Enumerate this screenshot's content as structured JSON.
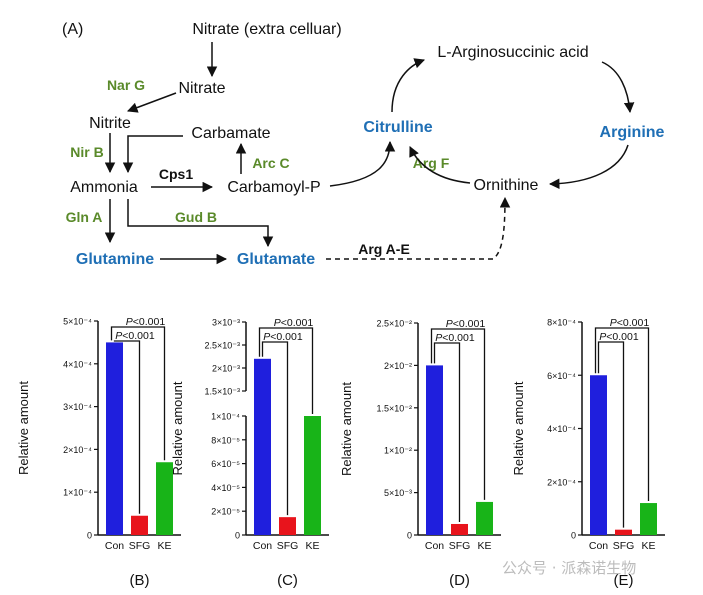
{
  "panel_a": {
    "label": "(A)",
    "nodes": {
      "nitrate_ext": "Nitrate (extra celluar)",
      "nitrate": "Nitrate",
      "nitrite": "Nitrite",
      "carbamate": "Carbamate",
      "ammonia": "Ammonia",
      "carbamoyl_p": "Carbamoyl-P",
      "glutamine": "Glutamine",
      "glutamate": "Glutamate",
      "citrulline": "Citrulline",
      "arginosuccinic": "L-Arginosuccinic acid",
      "arginine": "Arginine",
      "ornithine": "Ornithine"
    },
    "enzymes": {
      "nar_g": "Nar G",
      "nir_b": "Nir B",
      "cps1": "Cps1",
      "arc_c": "Arc C",
      "arg_f": "Arg F",
      "gln_a": "Gln A",
      "gud_b": "Gud B",
      "arg_ae": "Arg A-E"
    },
    "colors": {
      "enzyme": "#5a8a2a",
      "highlight": "#1f6fb5",
      "text": "#111111"
    }
  },
  "chart_data": [
    {
      "type": "bar",
      "panel": "(B)",
      "categories": [
        "Con",
        "SFG",
        "KE"
      ],
      "values": [
        0.00045,
        4.5e-05,
        0.00017
      ],
      "ylabel": "Relative amount",
      "ylim": [
        0,
        0.0005
      ],
      "yticks": [
        "0",
        "1×10⁻⁴",
        "2×10⁻⁴",
        "3×10⁻⁴",
        "4×10⁻⁴",
        "5×10⁻⁴"
      ],
      "colors": [
        "#1f1fdd",
        "#e8141c",
        "#18b418"
      ],
      "annotations": [
        "P<0.001",
        "P<0.001"
      ]
    },
    {
      "type": "bar",
      "panel": "(C)",
      "categories": [
        "Con",
        "SFG",
        "KE"
      ],
      "values": [
        0.0022,
        1.5e-05,
        0.0001
      ],
      "ylabel": "Relative amount",
      "axis_break": true,
      "ylim_lower": [
        0,
        0.0001
      ],
      "ylim_upper": [
        0.0015,
        0.003
      ],
      "yticks_lower": [
        "0",
        "2×10⁻⁵",
        "4×10⁻⁵",
        "6×10⁻⁵",
        "8×10⁻⁵",
        "1×10⁻⁴"
      ],
      "yticks_upper": [
        "1.5×10⁻³",
        "2×10⁻³",
        "2.5×10⁻³",
        "3×10⁻³"
      ],
      "colors": [
        "#1f1fdd",
        "#e8141c",
        "#18b418"
      ],
      "annotations": [
        "P<0.001",
        "P<0.001"
      ]
    },
    {
      "type": "bar",
      "panel": "(D)",
      "categories": [
        "Con",
        "SFG",
        "KE"
      ],
      "values": [
        0.02,
        0.0013,
        0.0039
      ],
      "ylabel": "Relative amount",
      "ylim": [
        0,
        0.025
      ],
      "yticks": [
        "0",
        "5×10⁻³",
        "1×10⁻²",
        "1.5×10⁻²",
        "2×10⁻²",
        "2.5×10⁻²"
      ],
      "colors": [
        "#1f1fdd",
        "#e8141c",
        "#18b418"
      ],
      "annotations": [
        "P<0.001",
        "P<0.001"
      ]
    },
    {
      "type": "bar",
      "panel": "(E)",
      "categories": [
        "Con",
        "SFG",
        "KE"
      ],
      "values": [
        0.0006,
        2e-05,
        0.00012
      ],
      "ylabel": "Relative amount",
      "ylim": [
        0,
        0.0008
      ],
      "yticks": [
        "0",
        "2×10⁻⁴",
        "4×10⁻⁴",
        "6×10⁻⁴",
        "8×10⁻⁴"
      ],
      "colors": [
        "#1f1fdd",
        "#e8141c",
        "#18b418"
      ],
      "annotations": [
        "P<0.001",
        "P<0.001"
      ]
    }
  ],
  "watermark": "公众号 · 派森诺生物"
}
